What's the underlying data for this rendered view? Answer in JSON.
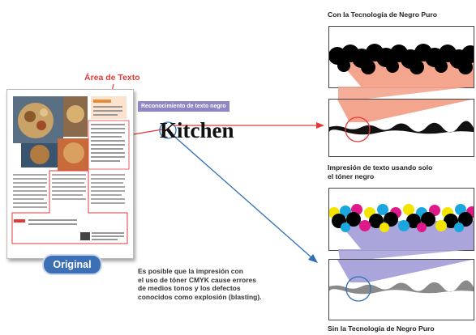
{
  "labels": {
    "top_title": "Con la Tecnología de Negro Puro",
    "area_texto": "Área de Texto",
    "reconocimiento": "Reconocimiento de texto negro",
    "kitchen": "Kitchen",
    "original_button": "Original",
    "middle_title_line1": "Impresión de texto usando solo",
    "middle_title_line2": "el tóner negro",
    "bottom_title": "Sin la Tecnología de Negro Puro",
    "note_lines": [
      "Es posible que la impresión con",
      "el uso de tóner CMYK cause errores",
      "de medios tonos y los defectos",
      "conocidos como explosión (blasting)."
    ]
  },
  "colors": {
    "red": "#e23a3a",
    "blue": "#2f6fb6",
    "purple": "#8f86c4",
    "salmon": "#f4a58e",
    "lavender": "#aaa6dc",
    "cyan": "#1aa7e0",
    "magenta": "#e0198a",
    "yellow": "#f5e400"
  }
}
